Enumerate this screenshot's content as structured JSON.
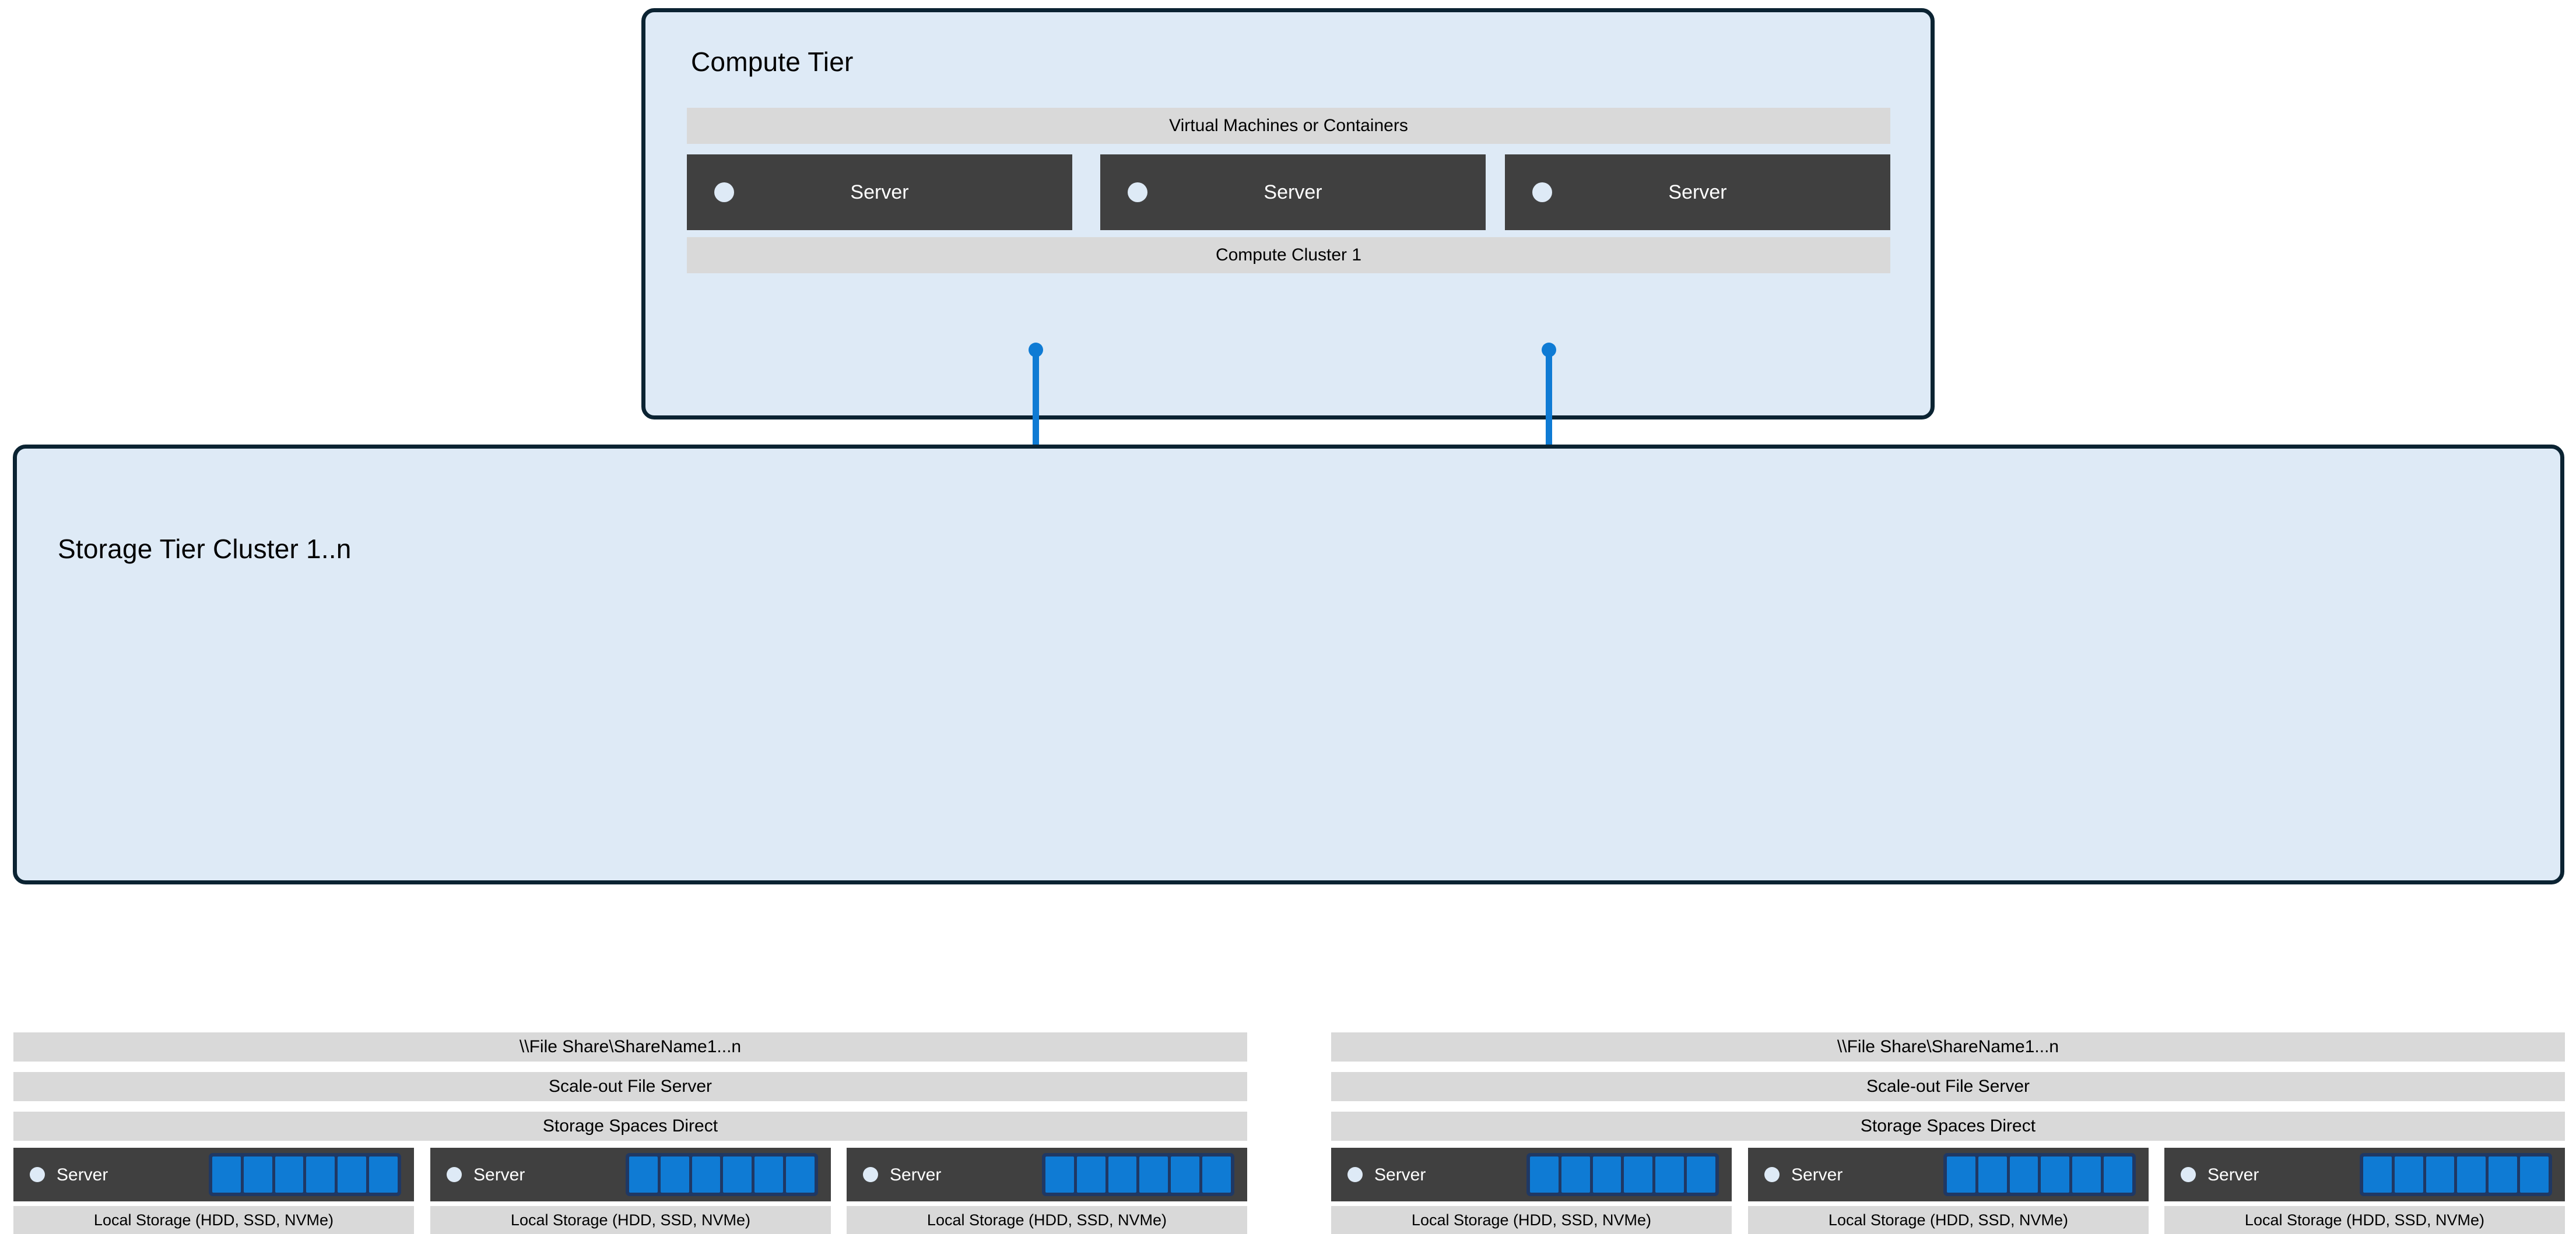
{
  "diagram": {
    "title_compute": "Compute Tier",
    "title_storage": "Storage Tier Cluster 1..n",
    "accent_blue": "#0F7BD4",
    "node_dark": "#404040",
    "band_gray": "#D9D9D9",
    "tier_fill": "#DEEAF6",
    "tier_border": "#0B2332",
    "disk_frame": "#1F3864"
  },
  "compute_tier": {
    "title": "Compute Tier",
    "top_band": "Virtual Machines or Containers",
    "bottom_band": "Compute Cluster 1",
    "servers": [
      {
        "label": "Server"
      },
      {
        "label": "Server"
      },
      {
        "label": "Server"
      }
    ]
  },
  "storage_tier": {
    "title": "Storage Tier Cluster 1..n",
    "clusters": [
      {
        "file_share": "\\\\File Share\\ShareName1...n",
        "file_server": "Scale-out File Server",
        "storage_spaces": "Storage Spaces Direct",
        "nodes": [
          {
            "label": "Server",
            "caption": "Local Storage (HDD, SSD, NVMe)",
            "disks": 6
          },
          {
            "label": "Server",
            "caption": "Local Storage (HDD, SSD, NVMe)",
            "disks": 6
          },
          {
            "label": "Server",
            "caption": "Local Storage (HDD, SSD, NVMe)",
            "disks": 6
          }
        ]
      },
      {
        "file_share": "\\\\File Share\\ShareName1...n",
        "file_server": "Scale-out File Server",
        "storage_spaces": "Storage Spaces Direct",
        "nodes": [
          {
            "label": "Server",
            "caption": "Local Storage (HDD, SSD, NVMe)",
            "disks": 6
          },
          {
            "label": "Server",
            "caption": "Local Storage (HDD, SSD, NVMe)",
            "disks": 6
          },
          {
            "label": "Server",
            "caption": "Local Storage (HDD, SSD, NVMe)",
            "disks": 6
          }
        ]
      }
    ]
  },
  "connectors": [
    {
      "name": "compute-to-storage-left",
      "icon": "folder-icon"
    },
    {
      "name": "compute-to-storage-right",
      "icon": "folder-icon"
    }
  ]
}
